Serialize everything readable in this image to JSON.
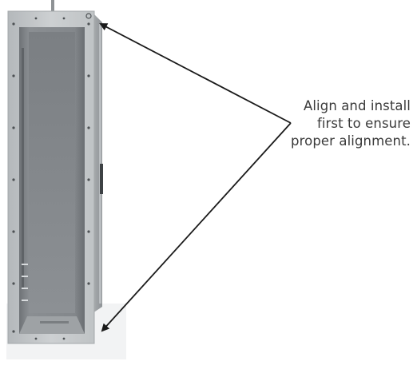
{
  "callout": {
    "lines": [
      "Align and install",
      "first to ensure",
      "proper alignment."
    ]
  },
  "colors": {
    "frame": "#c3c6c8",
    "frame_dark": "#9ea2a5",
    "cavity": "#7c8084",
    "cavity_light": "#9a9ea1",
    "bolt": "#4d5154",
    "arrow": "#1a1a1a",
    "text": "#3a3a3a"
  },
  "icons": [
    "enclosure-illustration",
    "arrow-top",
    "arrow-bottom"
  ]
}
